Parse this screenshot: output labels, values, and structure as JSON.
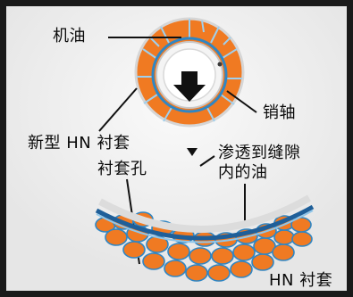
{
  "labels": {
    "oil": "机油",
    "pin": "销轴",
    "new_hn_bushing": "新型 HN 衬套",
    "bushing_hole": "衬套孔",
    "oil_in_gap_line1": "渗透到缝隙",
    "oil_in_gap_line2": "内的油",
    "hn_bushing": "HN 衬套"
  },
  "colors": {
    "bushing_orange": "#f07a22",
    "oil_blue": "#2f86c4",
    "arrow": "#111111"
  },
  "icons": [
    "down-arrow-icon",
    "small-triangle-icon"
  ]
}
